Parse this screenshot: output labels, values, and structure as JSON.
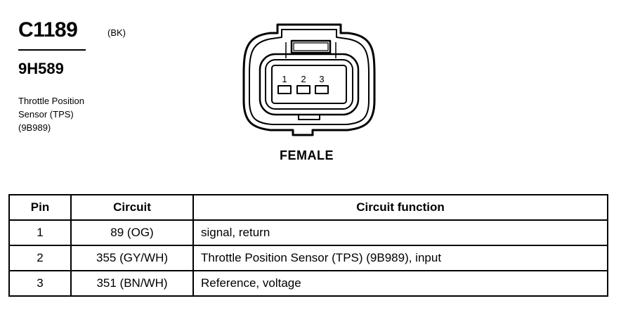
{
  "connector": {
    "id": "C1189",
    "color_code": "(BK)",
    "part_number": "9H589",
    "description_lines": [
      "Throttle Position",
      "Sensor (TPS)",
      "(9B989)"
    ],
    "pin_labels": [
      "1",
      "2",
      "3"
    ],
    "gender": "FEMALE"
  },
  "table": {
    "headers": [
      "Pin",
      "Circuit",
      "Circuit function"
    ],
    "rows": [
      {
        "pin": "1",
        "circuit": "89 (OG)",
        "function": "signal, return"
      },
      {
        "pin": "2",
        "circuit": "355 (GY/WH)",
        "function": "Throttle Position Sensor (TPS) (9B989), input"
      },
      {
        "pin": "3",
        "circuit": "351 (BN/WH)",
        "function": "Reference, voltage"
      }
    ]
  }
}
